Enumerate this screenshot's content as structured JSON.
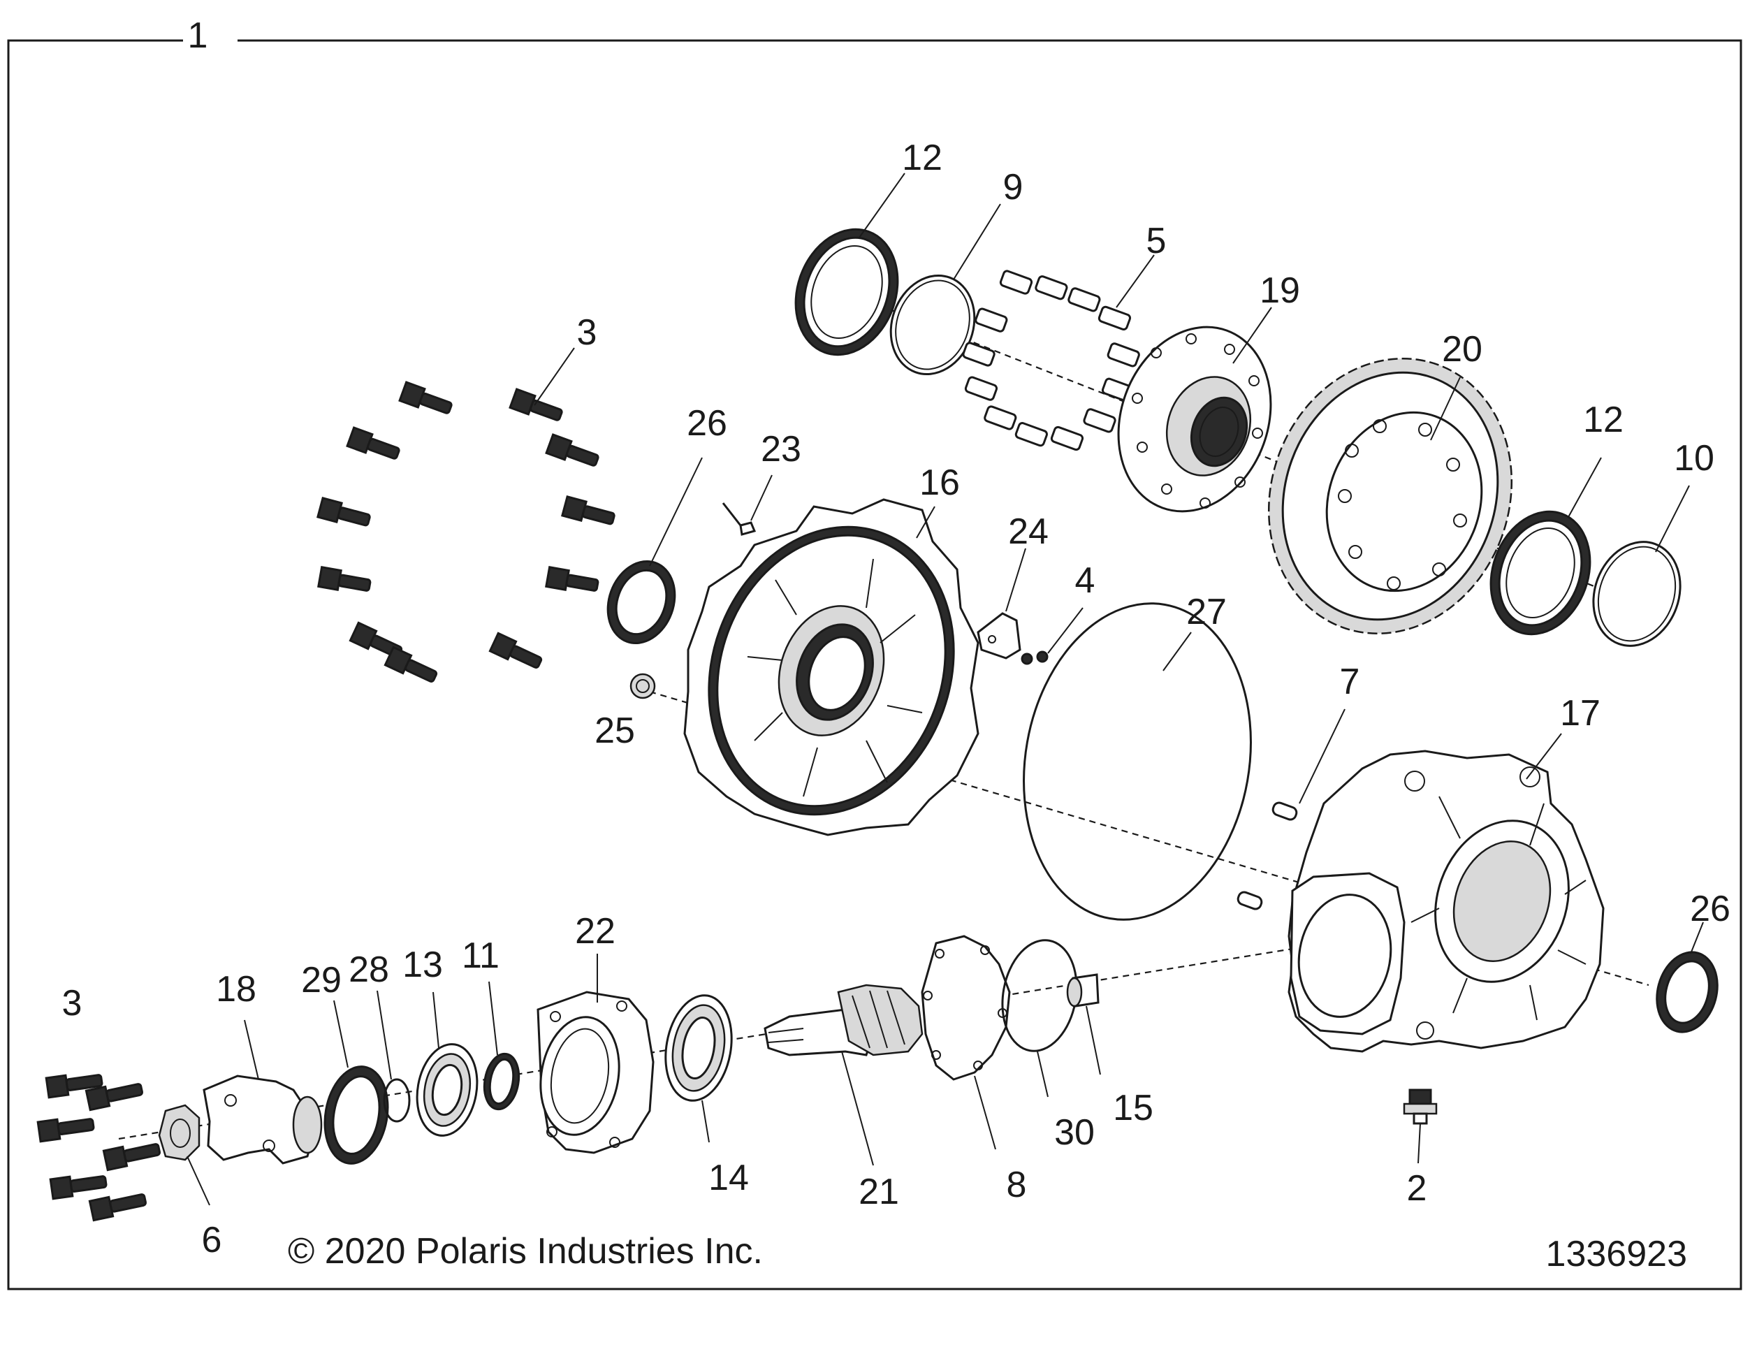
{
  "figure_number": "1",
  "copyright": "© 2020 Polaris Industries Inc.",
  "drawing_number": "1336923",
  "callouts": {
    "c2": "2",
    "c3a": "3",
    "c3b": "3",
    "c4": "4",
    "c5": "5",
    "c6": "6",
    "c7": "7",
    "c8": "8",
    "c9": "9",
    "c10": "10",
    "c11": "11",
    "c12a": "12",
    "c12b": "12",
    "c13": "13",
    "c14": "14",
    "c15": "15",
    "c16": "16",
    "c17": "17",
    "c18": "18",
    "c19": "19",
    "c20": "20",
    "c21": "21",
    "c22": "22",
    "c23": "23",
    "c24": "24",
    "c25": "25",
    "c26a": "26",
    "c26b": "26",
    "c27": "27",
    "c28": "28",
    "c29": "29",
    "c30": "30"
  }
}
